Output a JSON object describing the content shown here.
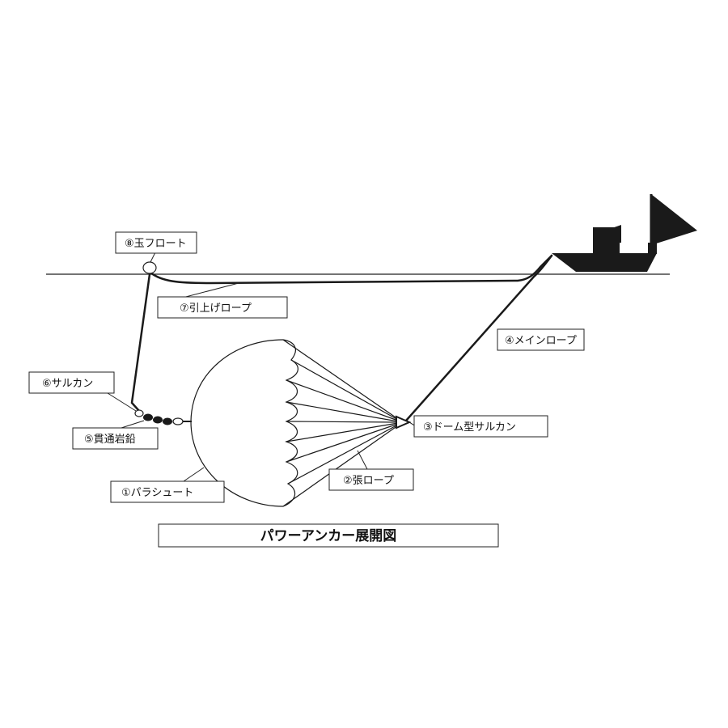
{
  "title": "パワーアンカー展開図",
  "labels": {
    "parachute": "①パラシュート",
    "tension_rope": "②張ロープ",
    "dome_swivel": "③ドーム型サルカン",
    "main_rope": "④メインロープ",
    "sinker": "⑤貫通岩鉛",
    "swivel": "⑥サルカン",
    "pull_rope": "⑦引上げロープ",
    "float": "⑧玉フロート"
  },
  "colors": {
    "line": "#1a1a1a",
    "boat": "#1a1a1a",
    "background": "#ffffff"
  }
}
